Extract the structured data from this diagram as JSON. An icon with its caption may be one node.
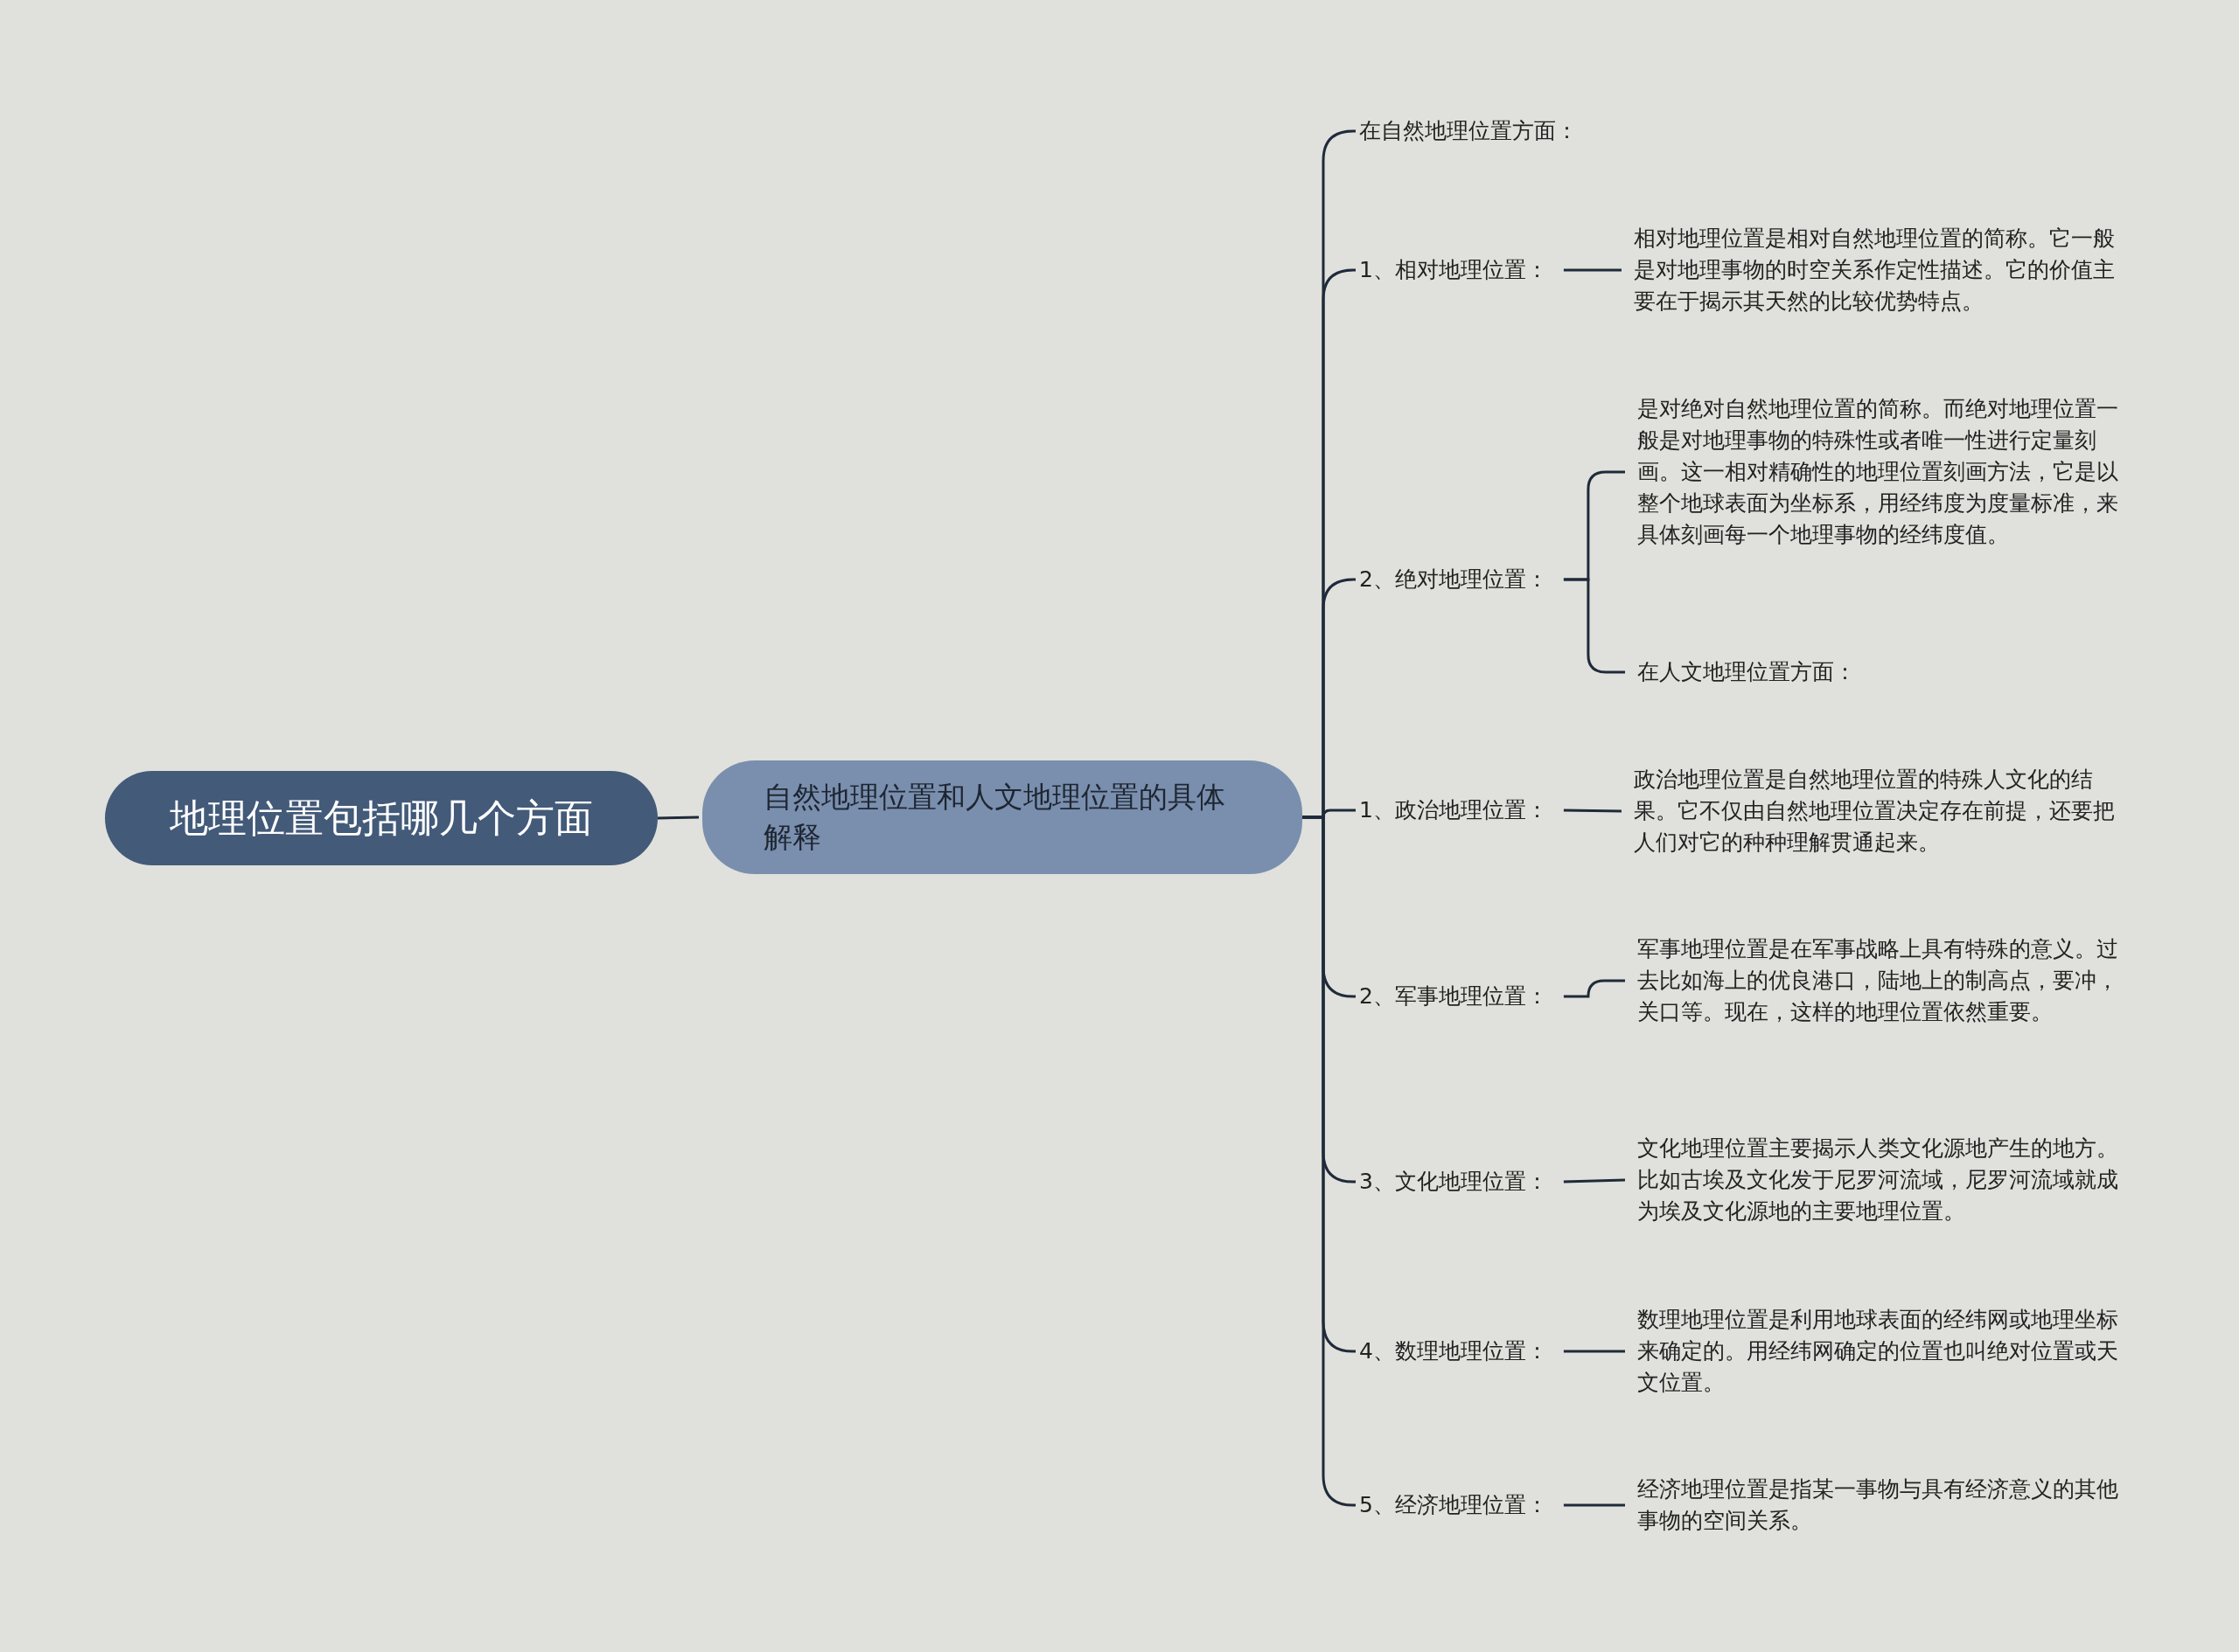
{
  "diagram": {
    "nodes": [
      {
        "text": [
          "地理位置包括哪几个方面"
        ]
      },
      {
        "text": [
          "自然地理位置和人文地理位置的具体解释"
        ]
      },
      {
        "text": [
          "在自然地理位置方面："
        ]
      },
      {
        "text": [
          "1、相对地理位置："
        ]
      },
      {
        "text": [
          "相对地理位置是相对自然地理位置的简称。它一般是对地理事物的时空关系作定性描述。它的价值主要在于揭示其天然的比较优势特点。"
        ]
      },
      {
        "text": [
          "2、绝对地理位置："
        ]
      },
      {
        "text": [
          "是对绝对自然地理位置的简称。而绝对地理位置一般是对地理事物的特殊性或者唯一性进行定量刻画。这一相对精确性的地理位置刻画方法，它是以整个地球表面为坐标系，用经纬度为度量标准，来具体刻画每一个地理事物的经纬度值。"
        ]
      },
      {
        "text": [
          "在人文地理位置方面："
        ]
      },
      {
        "text": [
          "1、政治地理位置："
        ]
      },
      {
        "text": [
          "政治地理位置是自然地理位置的特殊人文化的结果。它不仅由自然地理位置决定存在前提，还要把人们对它的种种理解贯通起来。"
        ]
      },
      {
        "text": [
          "2、军事地理位置："
        ]
      },
      {
        "text": [
          "军事地理位置是在军事战略上具有特殊的意义。过去比如海上的优良港口，陆地上的制高点，要冲，关口等。现在，这样的地理位置依然重要。"
        ]
      },
      {
        "text": [
          "3、文化地理位置："
        ]
      },
      {
        "text": [
          "文化地理位置主要揭示人类文化源地产生的地方。比如古埃及文化发于尼罗河流域，尼罗河流域就成为埃及文化源地的主要地理位置。"
        ]
      },
      {
        "text": [
          "4、数理地理位置："
        ]
      },
      {
        "text": [
          "数理地理位置是利用地球表面的经纬网或地理坐标来确定的。用经纬网确定的位置也叫绝对位置或天文位置。"
        ]
      },
      {
        "text": [
          "5、经济地理位置："
        ]
      },
      {
        "text": [
          "经济地理位置是指某一事物与具有经济意义的其他事物的空间关系。"
        ]
      }
    ],
    "edges": [
      {
        "from": 0,
        "to": 1,
        "arrow": "none"
      },
      {
        "from": 1,
        "to": 2,
        "arrow": "none"
      },
      {
        "from": 1,
        "to": 3,
        "arrow": "none"
      },
      {
        "from": 1,
        "to": 5,
        "arrow": "none"
      },
      {
        "from": 1,
        "to": 8,
        "arrow": "none"
      },
      {
        "from": 1,
        "to": 10,
        "arrow": "none"
      },
      {
        "from": 1,
        "to": 12,
        "arrow": "none"
      },
      {
        "from": 1,
        "to": 14,
        "arrow": "none"
      },
      {
        "from": 1,
        "to": 16,
        "arrow": "none"
      },
      {
        "from": 3,
        "to": 4,
        "arrow": "none"
      },
      {
        "from": 5,
        "to": 6,
        "arrow": "none"
      },
      {
        "from": 5,
        "to": 7,
        "arrow": "none"
      },
      {
        "from": 8,
        "to": 9,
        "arrow": "none"
      },
      {
        "from": 10,
        "to": 11,
        "arrow": "none"
      },
      {
        "from": 12,
        "to": 13,
        "arrow": "none"
      },
      {
        "from": 14,
        "to": 15,
        "arrow": "none"
      },
      {
        "from": 16,
        "to": 17,
        "arrow": "none"
      }
    ]
  }
}
